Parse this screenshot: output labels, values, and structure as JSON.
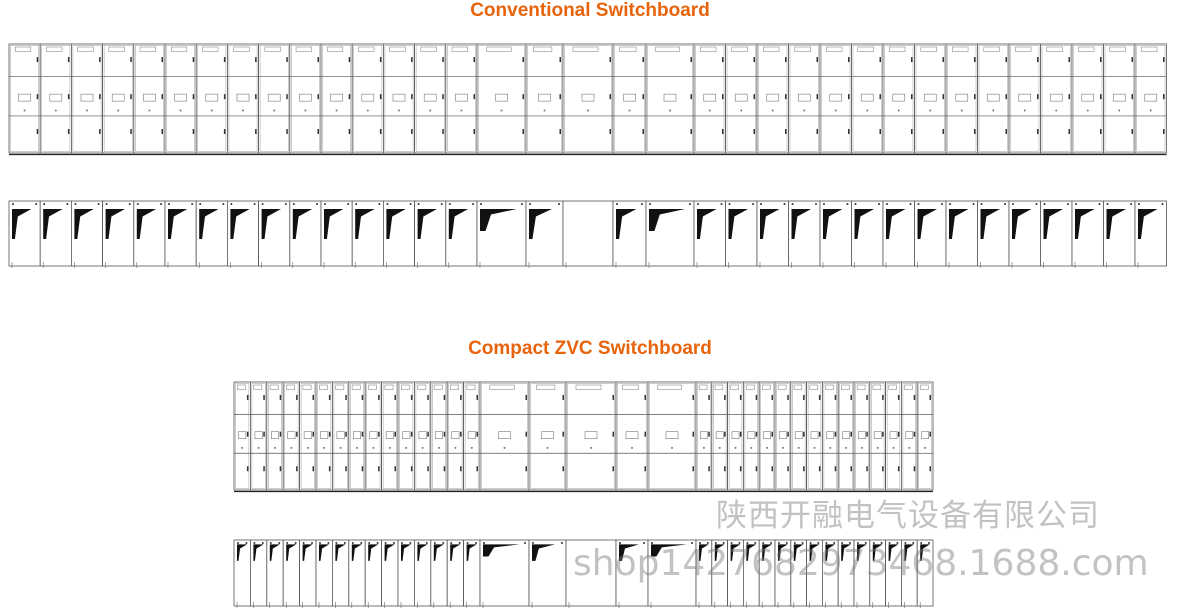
{
  "titles": {
    "conventional": "Conventional Switchboard",
    "compact": "Compact ZVC Switchboard"
  },
  "watermark": {
    "company": "陕西开融电气设备有限公司",
    "shop": "shop1427682973468.1688.com"
  },
  "colors": {
    "title": "#e8640c",
    "line": "#555555"
  }
}
